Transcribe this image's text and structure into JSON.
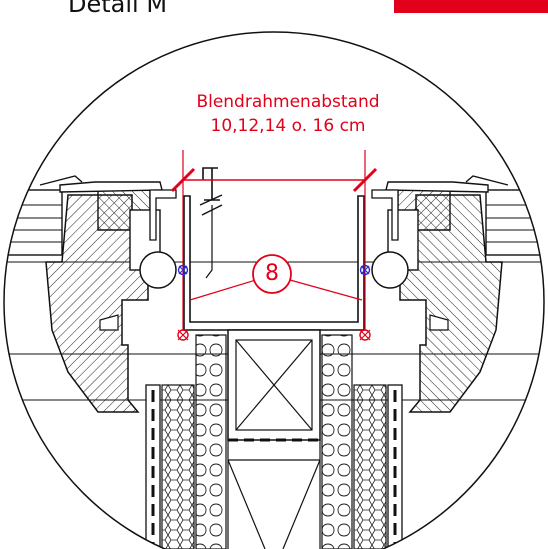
{
  "detail": {
    "title": "Detail M"
  },
  "dimension": {
    "label_line1": "Blendrahmenabstand",
    "label_line2": "10,12,14 o. 16 cm"
  },
  "callout": {
    "number": "8"
  },
  "colors": {
    "accent": "#e2001a",
    "stroke": "#111111",
    "insulation_fill": "#ffffff"
  }
}
